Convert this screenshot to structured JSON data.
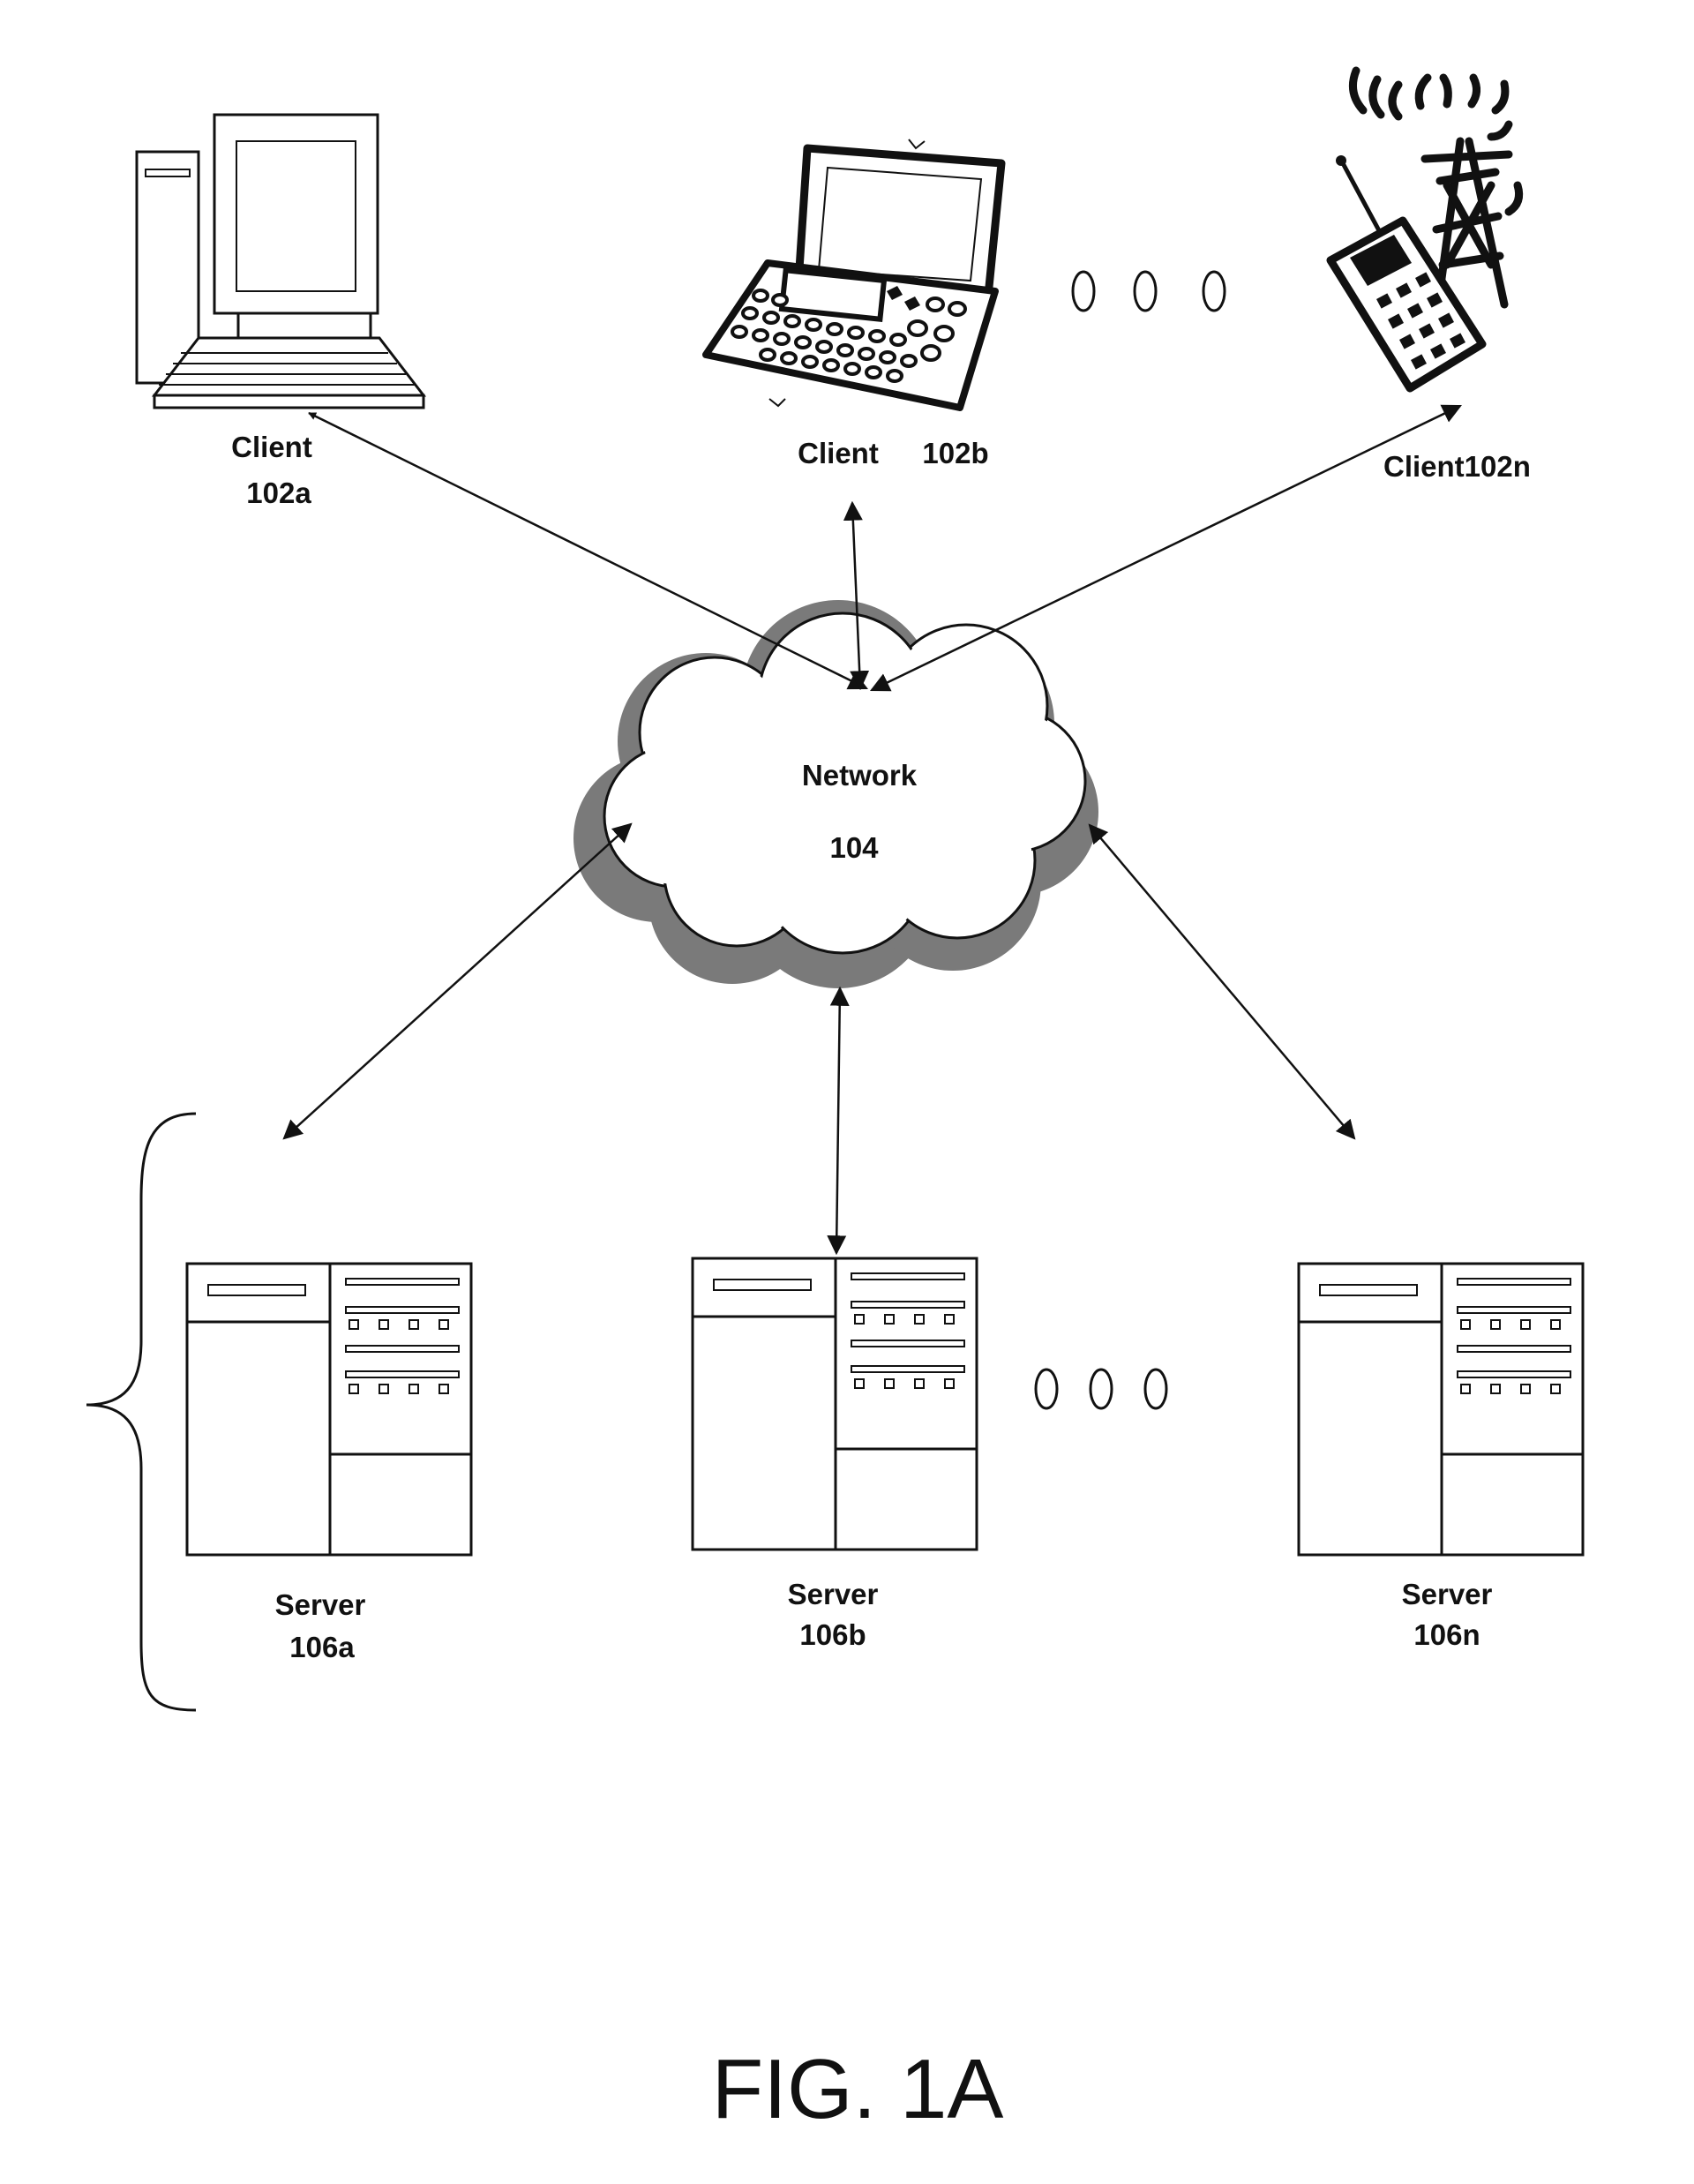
{
  "clients": [
    {
      "name": "Client",
      "id": "102a",
      "device": "desktop-computer"
    },
    {
      "name": "Client",
      "id": "102b",
      "device": "laptop"
    },
    {
      "name": "Client",
      "id": "102n",
      "device": "mobile-phone-with-tower"
    }
  ],
  "network": {
    "name": "Network",
    "id": "104"
  },
  "servers": [
    {
      "name": "Server",
      "id": "106a"
    },
    {
      "name": "Server",
      "id": "106b"
    },
    {
      "name": "Server",
      "id": "106n"
    }
  ],
  "caption": "FIG. 1A"
}
